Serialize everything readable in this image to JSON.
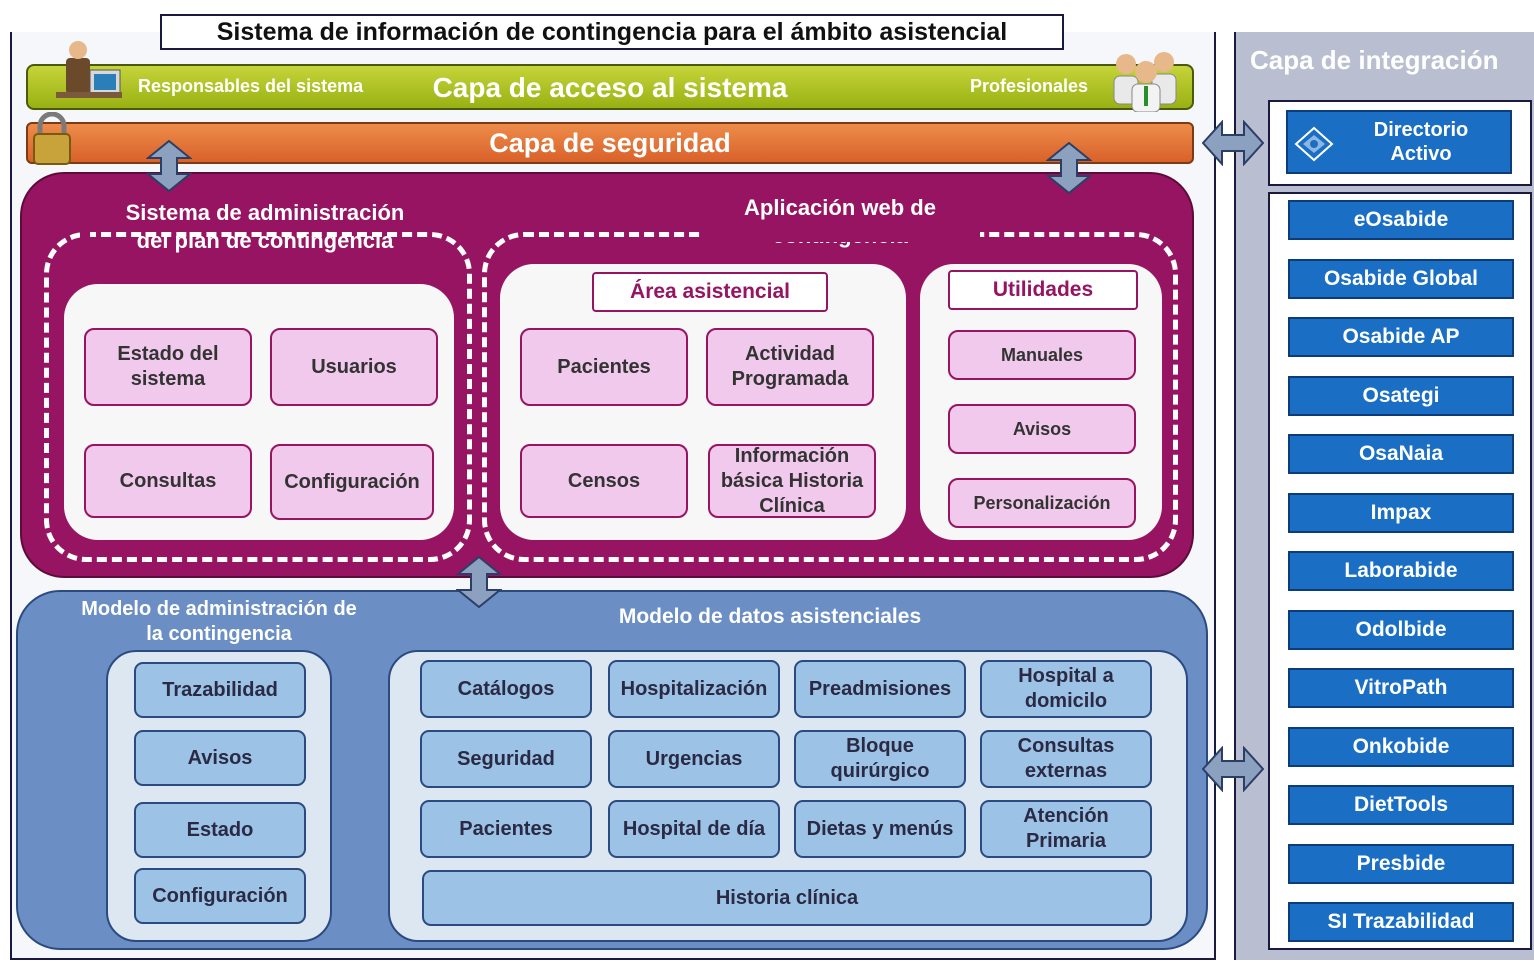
{
  "title": "Sistema de información de contingencia para el ámbito asistencial",
  "access_layer": {
    "left_label": "Responsables del sistema",
    "center_label": "Capa de acceso al sistema",
    "right_label": "Profesionales"
  },
  "security_layer": {
    "label": "Capa de seguridad"
  },
  "admin_system": {
    "title_line1": "Sistema de administración",
    "title_line2": "del plan de contingencia",
    "buttons": [
      [
        "Estado del",
        "sistema"
      ],
      [
        "Usuarios"
      ],
      [
        "Consultas"
      ],
      [
        "Configuración"
      ]
    ]
  },
  "web_app": {
    "title_line1": "Aplicación web de",
    "title_line2": "contingencia",
    "area_label": "Área asistencial",
    "area_buttons": [
      [
        "Pacientes"
      ],
      [
        "Actividad",
        "Programada"
      ],
      [
        "Censos"
      ],
      [
        "Información",
        "básica Historia",
        "Clínica"
      ]
    ],
    "utilities_label": "Utilidades",
    "utilities_buttons": [
      "Manuales",
      "Avisos",
      "Personalización"
    ]
  },
  "admin_model": {
    "title_line1": "Modelo de administración de",
    "title_line2": "la contingencia",
    "buttons": [
      "Trazabilidad",
      "Avisos",
      "Estado",
      "Configuración"
    ]
  },
  "data_model": {
    "title": "Modelo de datos asistenciales",
    "buttons": [
      [
        "Catálogos"
      ],
      [
        "Hospitalización"
      ],
      [
        "Preadmisiones"
      ],
      [
        "Hospital a",
        "domicilo"
      ],
      [
        "Seguridad"
      ],
      [
        "Urgencias"
      ],
      [
        "Bloque",
        "quirúrgico"
      ],
      [
        "Consultas",
        "externas"
      ],
      [
        "Pacientes"
      ],
      [
        "Hospital de día"
      ],
      [
        "Dietas y menús"
      ],
      [
        "Atención",
        "Primaria"
      ]
    ],
    "wide_button": "Historia clínica"
  },
  "integration": {
    "title": "Capa de integración",
    "directory": [
      "Directorio",
      "Activo"
    ],
    "systems": [
      "eOsabide",
      "Osabide Global",
      "Osabide AP",
      "Osategi",
      "OsaNaia",
      "Impax",
      "Laborabide",
      "Odolbide",
      "VitroPath",
      "Onkobide",
      "DietTools",
      "Presbide",
      "SI Trazabilidad"
    ]
  },
  "colors": {
    "access": "#a8bf1e",
    "security": "#e0702f",
    "magenta": "#961462",
    "blue_panel": "#6b8fc4",
    "integration_blue": "#1a6fc4"
  }
}
